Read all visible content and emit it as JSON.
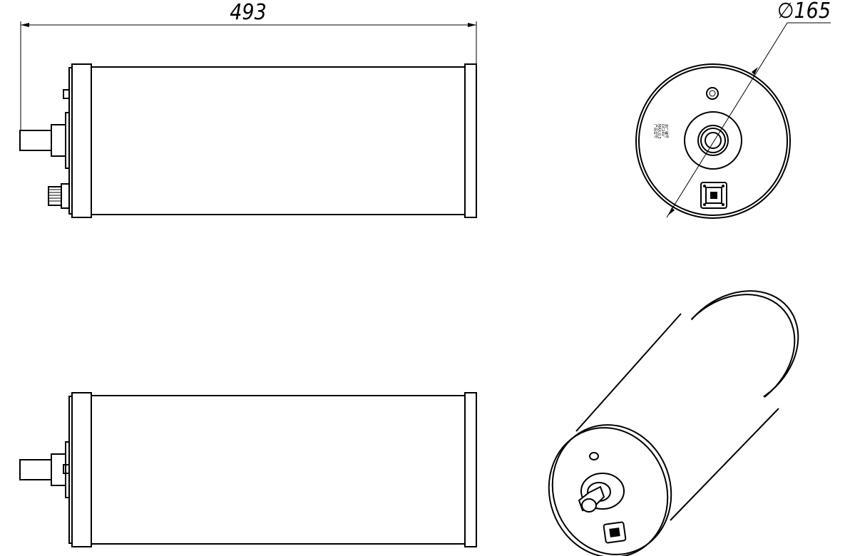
{
  "dimensions": {
    "length_label": "493",
    "diameter_label": "∅165"
  },
  "end_plate_text": [
    "产品型号",
    "MAX:0.5",
    "DC24V",
    "出厂编号"
  ],
  "colors": {
    "line": "#000000",
    "background": "#ffffff"
  }
}
